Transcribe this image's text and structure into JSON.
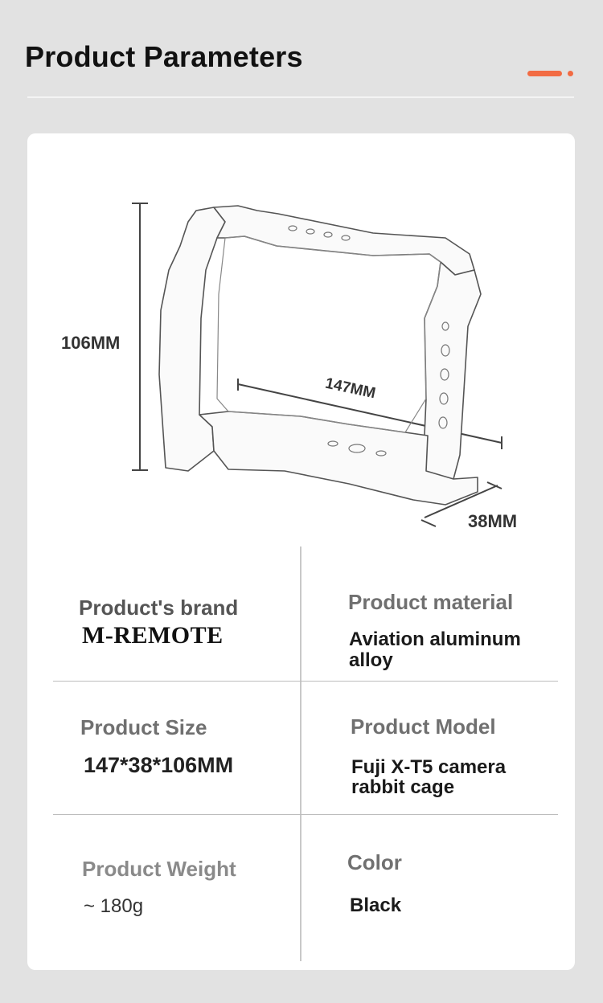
{
  "header": {
    "title": "Product Parameters",
    "accent_color": "#f26b43"
  },
  "diagram": {
    "height_label": "106MM",
    "width_label": "147MM",
    "depth_label": "38MM"
  },
  "specs": {
    "brand": {
      "label": "Product's brand",
      "value": "M-REMOTE"
    },
    "material": {
      "label": "Product material",
      "value_line1": "Aviation aluminum",
      "value_line2": "alloy"
    },
    "size": {
      "label": "Product Size",
      "value": "147*38*106MM"
    },
    "model": {
      "label": "Product Model",
      "value_line1": "Fuji X-T5 camera",
      "value_line2": "rabbit cage"
    },
    "weight": {
      "label": "Product Weight",
      "value": "~ 180g"
    },
    "color": {
      "label": "Color",
      "value": "Black"
    }
  }
}
